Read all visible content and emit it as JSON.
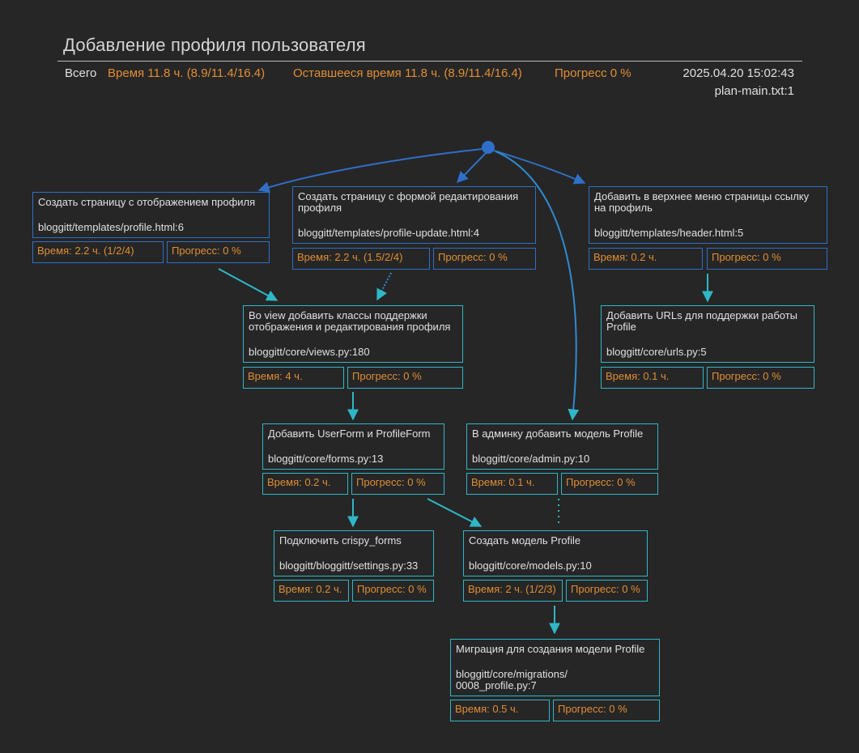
{
  "header": {
    "title": "Добавление профиля пользователя",
    "total_label": "Всего",
    "time_label": "Время  11.8 ч. (8.9/11.4/16.4)",
    "remaining_label": "Оставшееся время  11.8 ч. (8.9/11.4/16.4)",
    "progress_label": "Прогресс  0 %",
    "timestamp": "2025.04.20 15:02:43",
    "source": "plan-main.txt:1"
  },
  "colors": {
    "background": "#262626",
    "orange": "#e08e34",
    "blue": "#2f6fc8",
    "cyan": "#2fb7c6",
    "text": "#e0e0e0"
  },
  "nodes": [
    {
      "id": "profile",
      "title": "Создать страницу с отображением профиля",
      "path": "bloggitt/templates/profile.html:6",
      "time": "Время: 2.2 ч. (1/2/4)",
      "progress": "Прогресс: 0 %"
    },
    {
      "id": "profile_update",
      "title": "Создать страницу с формой редактирования профиля",
      "path": "bloggitt/templates/profile-update.html:4",
      "time": "Время: 2.2 ч. (1.5/2/4)",
      "progress": "Прогресс: 0 %"
    },
    {
      "id": "header",
      "title": "Добавить в верхнее меню страницы ссылку на профиль",
      "path": "bloggitt/templates/header.html:5",
      "time": "Время: 0.2 ч.",
      "progress": "Прогресс: 0 %"
    },
    {
      "id": "views",
      "title": "Во view добавить классы поддержки отображения и редактирования профиля",
      "path": "bloggitt/core/views.py:180",
      "time": "Время: 4 ч.",
      "progress": "Прогресс: 0 %"
    },
    {
      "id": "urls",
      "title": "Добавить URLs для поддержки работы Profile",
      "path": "bloggitt/core/urls.py:5",
      "time": "Время: 0.1 ч.",
      "progress": "Прогресс: 0 %"
    },
    {
      "id": "forms",
      "title": "Добавить UserForm и ProfileForm",
      "path": "bloggitt/core/forms.py:13",
      "time": "Время: 0.2 ч.",
      "progress": "Прогресс: 0 %"
    },
    {
      "id": "admin",
      "title": "В админку добавить модель Profile",
      "path": "bloggitt/core/admin.py:10",
      "time": "Время: 0.1 ч.",
      "progress": "Прогресс: 0 %"
    },
    {
      "id": "settings",
      "title": "Подключить crispy_forms",
      "path": "bloggitt/bloggitt/settings.py:33",
      "time": "Время: 0.2 ч.",
      "progress": "Прогресс: 0 %"
    },
    {
      "id": "models",
      "title": "Создать модель Profile",
      "path": "bloggitt/core/models.py:10",
      "time": "Время: 2 ч. (1/2/3)",
      "progress": "Прогресс: 0 %"
    },
    {
      "id": "migrations",
      "title": "Миграция для создания модели Profile",
      "path": "bloggitt/core/migrations/ 0008_profile.py:7",
      "time": "Время: 0.5 ч.",
      "progress": "Прогресс: 0 %"
    }
  ]
}
